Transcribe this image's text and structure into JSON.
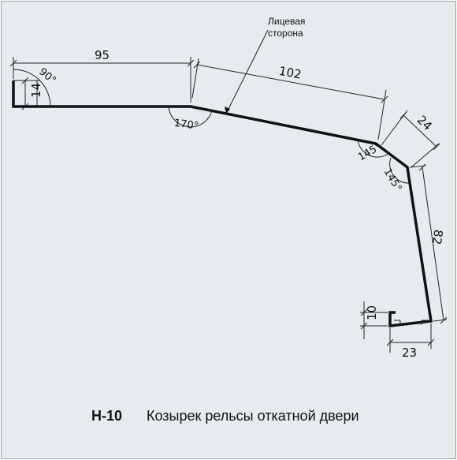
{
  "product": {
    "code": "Н-10",
    "description": "Козырек рельсы откатной двери"
  },
  "annotation": {
    "line1": "Лицевая",
    "line2": "сторона"
  },
  "dimensions": {
    "top_left": "95",
    "slope": "102",
    "edge_short": "24",
    "vertical": "82",
    "bottom_width": "23",
    "bottom_height": "10",
    "left_height": "14"
  },
  "angles": {
    "top_left": "90°",
    "bend_1": "170°",
    "bend_2": "145°",
    "bend_3": "145°"
  },
  "colors": {
    "background": "#e6eced",
    "line": "#111111"
  }
}
